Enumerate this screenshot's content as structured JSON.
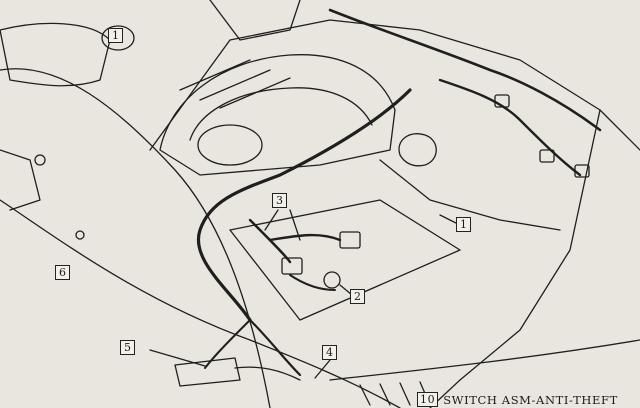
{
  "callouts": {
    "c1_top": "1",
    "c1_right": "1",
    "c2": "2",
    "c3": "3",
    "c4": "4",
    "c5": "5",
    "c6": "6"
  },
  "caption": {
    "number": "10",
    "text": "SWITCH ASM-ANTI-THEFT"
  },
  "colors": {
    "paper": "#e9e6df",
    "ink": "#1f1f1f"
  }
}
